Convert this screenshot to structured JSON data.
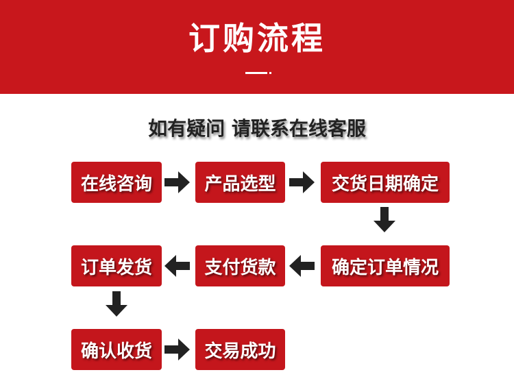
{
  "header": {
    "title": "订购流程"
  },
  "subtitle": "如有疑问 请联系在线客服",
  "steps": [
    "在线咨询",
    "产品选型",
    "交货日期确定",
    "确定订单情况",
    "支付货款",
    "订单发货",
    "确认收货",
    "交易成功"
  ],
  "colors": {
    "header": "#c8171c",
    "box": "#c4161c",
    "arrow": "#222222"
  }
}
